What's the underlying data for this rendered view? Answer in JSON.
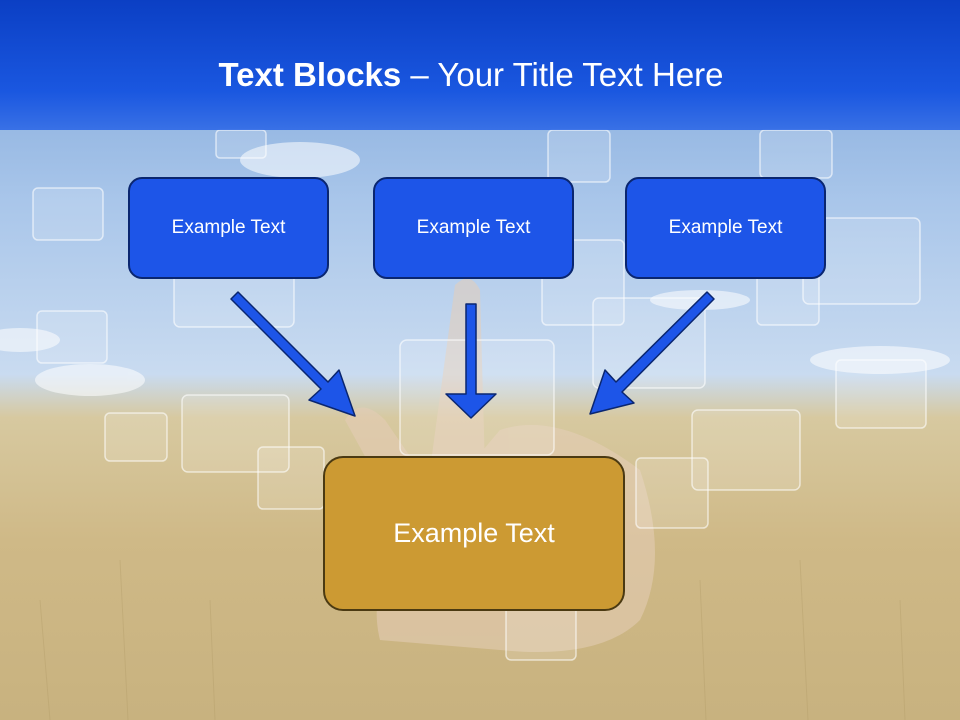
{
  "title": {
    "bold_part": "Text Blocks",
    "separator": " – ",
    "regular_part": "Your Title Text Here"
  },
  "blocks": {
    "left_label": "Example Text",
    "middle_label": "Example Text",
    "right_label": "Example Text",
    "result_label": "Example Text"
  },
  "colors": {
    "title_bar": "#1a57e0",
    "text_block": "#1d55e8",
    "result_block": "#cc9a33",
    "arrow": "#1d55e8"
  }
}
